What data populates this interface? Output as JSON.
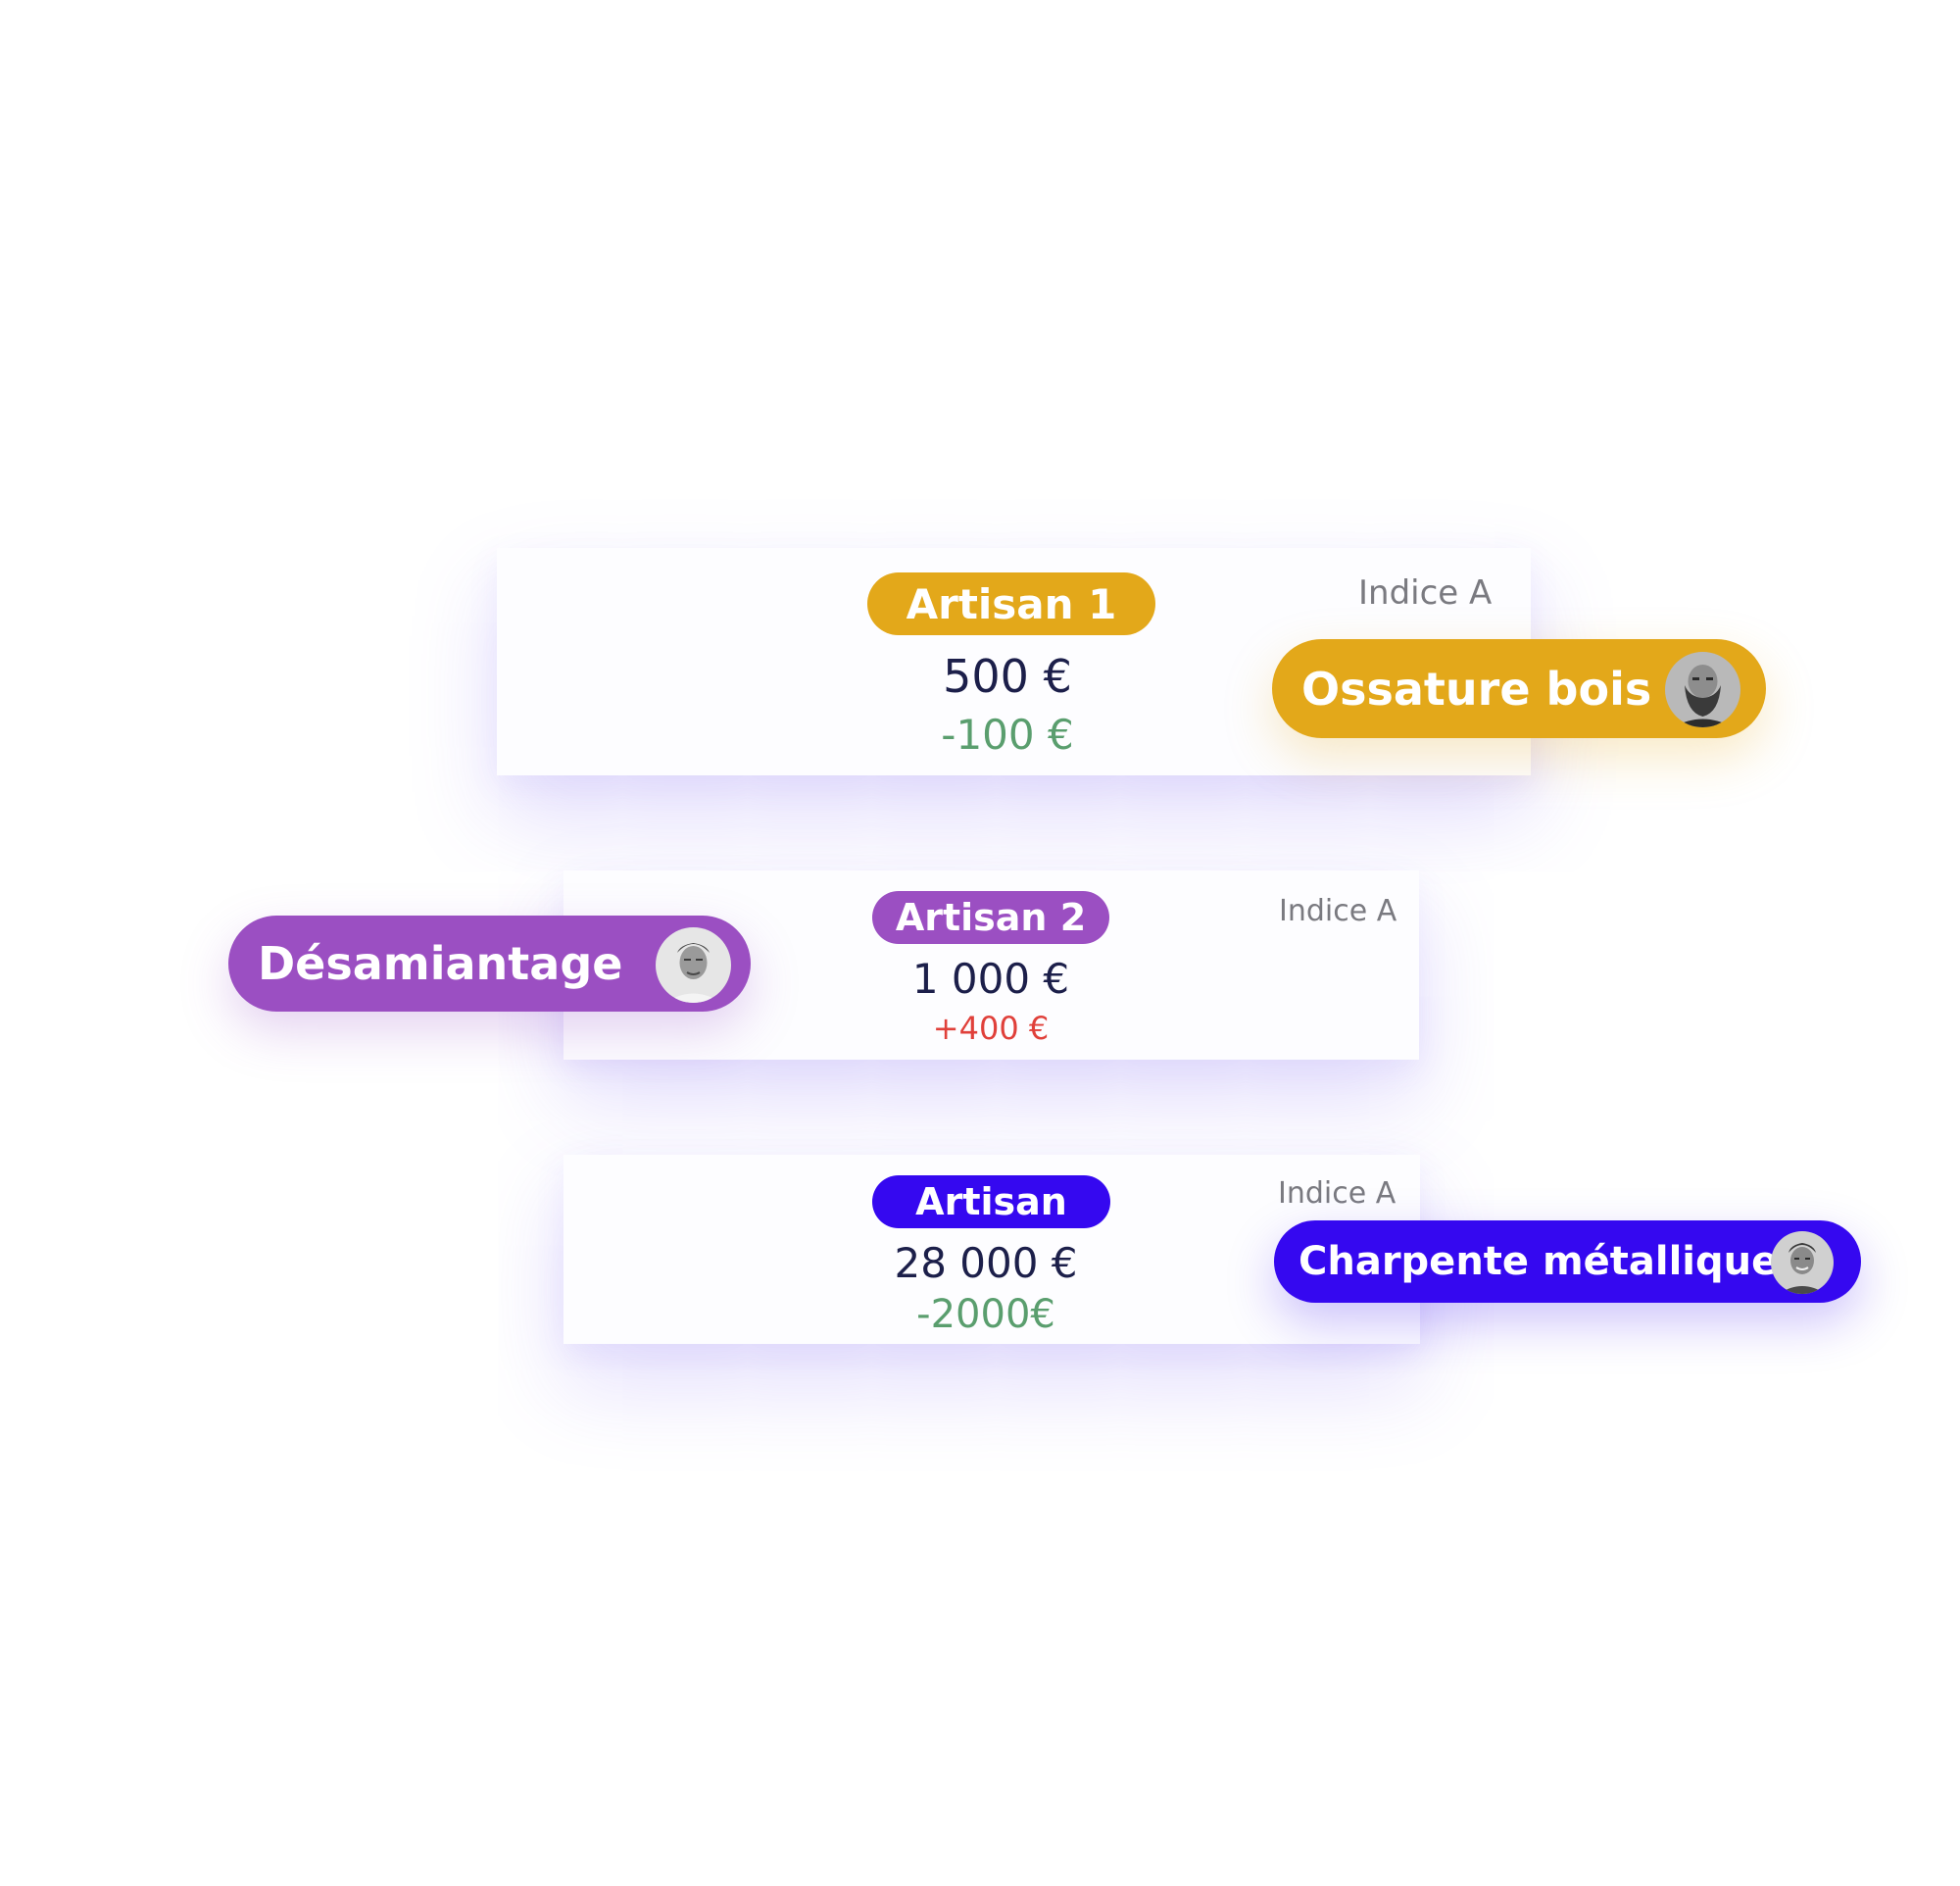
{
  "colors": {
    "gold": "#E3A81A",
    "purple": "#9B4FC2",
    "blue": "#3508F0",
    "positive": "#5A9E6E",
    "negative": "#E0403A",
    "amount_text": "#1C1F4A",
    "indice_text": "#7A7A80"
  },
  "cards": [
    {
      "badge": "Artisan 1",
      "amount": "500 €",
      "delta": "-100 €",
      "delta_trend": "decrease",
      "indice": "Indice A",
      "badge_color": "#E3A81A"
    },
    {
      "badge": "Artisan 2",
      "amount": "1 000 €",
      "delta": "+400 €",
      "delta_trend": "increase",
      "indice": "Indice A",
      "badge_color": "#9B4FC2"
    },
    {
      "badge": "Artisan",
      "amount": "28 000 €",
      "delta": "-2000€",
      "delta_trend": "decrease",
      "indice": "Indice A",
      "badge_color": "#3508F0"
    }
  ],
  "trade_tags": [
    {
      "label": "Ossature bois",
      "color": "#E3A81A",
      "avatar": "bearded-man-avatar"
    },
    {
      "label": "Désamiantage",
      "color": "#9B4FC2",
      "avatar": "older-man-avatar"
    },
    {
      "label": "Charpente métallique",
      "color": "#3508F0",
      "avatar": "young-man-avatar"
    }
  ]
}
